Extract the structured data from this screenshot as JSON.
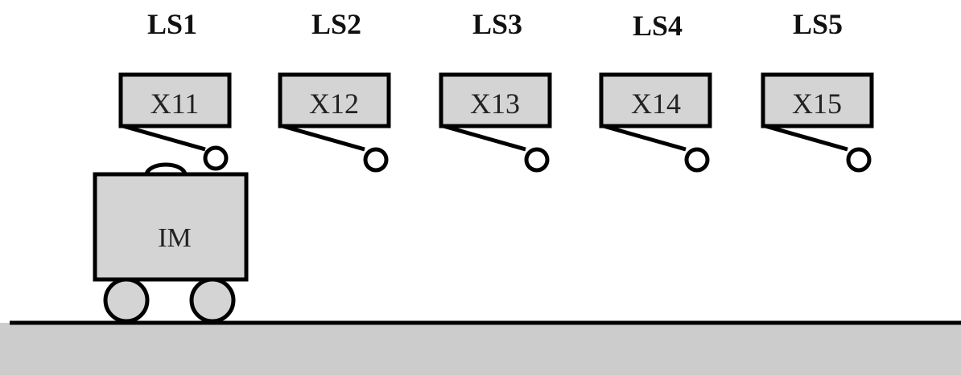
{
  "labels": {
    "ls1": "LS1",
    "ls2": "LS2",
    "ls3": "LS3",
    "ls4": "LS4",
    "ls5": "LS5",
    "x11": "X11",
    "x12": "X12",
    "x13": "X13",
    "x14": "X14",
    "x15": "X15",
    "im": "IM"
  },
  "colors": {
    "fill": "#d4d4d4",
    "stroke": "#000000",
    "ground": "#cccccc"
  }
}
